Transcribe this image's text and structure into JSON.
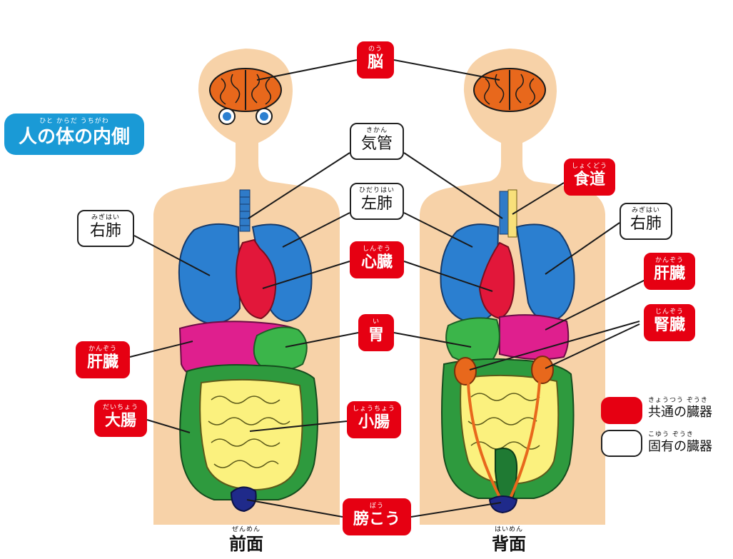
{
  "title": {
    "ruby": "ひと からだ うちがわ",
    "text": "人の体の内側"
  },
  "views": {
    "front": {
      "ruby": "ぜんめん",
      "text": "前面"
    },
    "back": {
      "ruby": "はいめん",
      "text": "背面"
    }
  },
  "labels": {
    "brain": {
      "ruby": "のう",
      "text": "脳",
      "kind": "common"
    },
    "trachea": {
      "ruby": "きかん",
      "text": "気管",
      "kind": "unique"
    },
    "esophagus": {
      "ruby": "しょくどう",
      "text": "食道",
      "kind": "common"
    },
    "left_lung": {
      "ruby": "ひだりはい",
      "text": "左肺",
      "kind": "unique"
    },
    "right_lung_front": {
      "ruby": "みぎはい",
      "text": "右肺",
      "kind": "unique"
    },
    "right_lung_back": {
      "ruby": "みぎはい",
      "text": "右肺",
      "kind": "unique"
    },
    "heart": {
      "ruby": "しんぞう",
      "text": "心臓",
      "kind": "common"
    },
    "liver_front": {
      "ruby": "かんぞう",
      "text": "肝臓",
      "kind": "common"
    },
    "liver_back": {
      "ruby": "かんぞう",
      "text": "肝臓",
      "kind": "common"
    },
    "kidney": {
      "ruby": "じんぞう",
      "text": "腎臓",
      "kind": "common"
    },
    "stomach": {
      "ruby": "い",
      "text": "胃",
      "kind": "common"
    },
    "large_intestine": {
      "ruby": "だいちょう",
      "text": "大腸",
      "kind": "common"
    },
    "small_intestine": {
      "ruby": "しょうちょう",
      "text": "小腸",
      "kind": "common"
    },
    "bladder": {
      "ruby": "ぼう",
      "text": "膀こう",
      "kind": "common"
    }
  },
  "legend": {
    "common": {
      "ruby": "きょうつう ぞうき",
      "text": "共通の臓器",
      "color": "#e60012"
    },
    "unique": {
      "ruby": "こゆう ぞうき",
      "text": "固有の臓器",
      "color": "#ffffff"
    }
  },
  "colors": {
    "skin": "#f7d2a8",
    "brain": "#e8681c",
    "lung": "#2b7fd0",
    "heart": "#e2173a",
    "liver": "#df1f8e",
    "stomach": "#3bb54a",
    "large_intestine": "#2e9a3e",
    "small_intestine": "#fbf17e",
    "bladder": "#1f2a8a",
    "trachea": "#2f7bc8",
    "esophagus": "#f8e07a",
    "kidney": "#e8681c",
    "ureter": "#e8681c"
  }
}
